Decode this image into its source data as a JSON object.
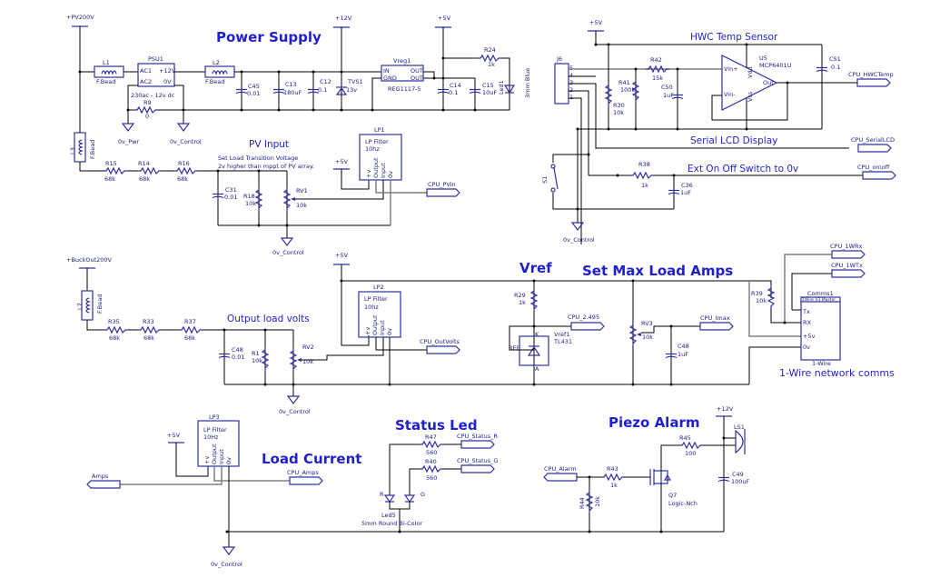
{
  "colors": {
    "wire": "#000000",
    "wire_gray": "#808080",
    "component": "#3030a0",
    "title": "#1f1fd0"
  },
  "sections": {
    "power_supply": "Power Supply",
    "pv_input": "PV Input",
    "hwc_temp": "HWC Temp Sensor",
    "serial_lcd": "Serial LCD Display",
    "ext_switch": "Ext On Off Switch to 0v",
    "vref": "Vref",
    "set_max": "Set Max Load Amps",
    "output_volts": "Output load volts",
    "onewire": "1-Wire network comms",
    "status_led": "Status Led",
    "piezo": "Piezo Alarm",
    "load_current": "Load Current"
  },
  "notes": {
    "pv_line1": "Set Load Transition Voltage",
    "pv_line2": "2v higher than mppt of PV array."
  },
  "rails": {
    "pv200": "+PV200V",
    "p12": "+12V",
    "p5": "+5V",
    "buck": "+BuckOut200V",
    "p5b": "+5V",
    "p5c": "+5V",
    "p12b": "+12V",
    "p5d": "+5V",
    "p5e": "+5V"
  },
  "grounds": {
    "g_pwr": "0v_Pwr",
    "g_ctl1": "0v_Control",
    "g_ctl2": "0v_Control",
    "g_ctl3": "0v_Control",
    "g_ctl4": "0v_Control",
    "g_ctl5": "0v_Control"
  },
  "components": {
    "L1": {
      "ref": "L1",
      "val": "F.Bead"
    },
    "L2": {
      "ref": "L2",
      "val": "F.Bead"
    },
    "L3": {
      "ref": "L3",
      "val": "F.Bead"
    },
    "L7": {
      "ref": "L7",
      "val": "F.Bead"
    },
    "PSU1": {
      "ref": "PSU1",
      "pin1": "AC1",
      "pin2": "AC2",
      "pin3": "+12V",
      "pin4": "0V",
      "val": "230ac - 12v dc"
    },
    "R9": {
      "ref": "R9",
      "val": "0"
    },
    "C45": {
      "ref": "C45",
      "val": "0.01"
    },
    "C13": {
      "ref": "C13",
      "val": "180uF"
    },
    "C12": {
      "ref": "C12",
      "val": "0.1"
    },
    "TVS1": {
      "ref": "TVS1",
      "val": "13v"
    },
    "Vreg1": {
      "ref": "Vreg1",
      "p_in": "IN",
      "p_gnd": "GND",
      "p_o1": "OUT",
      "p_o2": "OUT",
      "val": "REG1117-5"
    },
    "C14": {
      "ref": "C14",
      "val": "0.1"
    },
    "C15": {
      "ref": "C15",
      "val": "10uF"
    },
    "R24": {
      "ref": "R24",
      "val": "1k"
    },
    "Led1": {
      "ref": "Led1",
      "val": "3mm Blue"
    },
    "R15": {
      "ref": "R15",
      "val": "68k"
    },
    "R14": {
      "ref": "R14",
      "val": "68k"
    },
    "R16": {
      "ref": "R16",
      "val": "68k"
    },
    "C31": {
      "ref": "C31",
      "val": "0.01"
    },
    "R18": {
      "ref": "R18",
      "val": "10k"
    },
    "RV1": {
      "ref": "RV1",
      "val": "10k"
    },
    "LP1": {
      "ref": "LP1",
      "l1": "LP Filter",
      "l2": "10hz",
      "pins": [
        "+v",
        "Output",
        "Input",
        "0v"
      ]
    },
    "LP2": {
      "ref": "LP2",
      "l1": "LP Filter",
      "l2": "10hz",
      "pins": [
        "+v",
        "Output",
        "Input",
        "0v"
      ]
    },
    "LP3": {
      "ref": "LP3",
      "l1": "LP Filter",
      "l2": "10Hz",
      "pins": [
        "+v",
        "Output",
        "Input",
        "0v"
      ]
    },
    "J6": {
      "ref": "J6",
      "pins": [
        "5",
        "4",
        "3",
        "2",
        "1"
      ]
    },
    "R41": {
      "ref": "R41",
      "val": "100k"
    },
    "R30": {
      "ref": "R30",
      "val": "10k"
    },
    "R42": {
      "ref": "R42",
      "val": "15k"
    },
    "C50": {
      "ref": "C50",
      "val": "1uF"
    },
    "U5": {
      "ref": "U5",
      "val": "MCP6401U",
      "p1": "Vin+",
      "p2": "Vin-",
      "p3": "Vdd",
      "p4": "Vss",
      "p5": "Out"
    },
    "CS1": {
      "ref": "CS1",
      "val": "0.1"
    },
    "S1": {
      "ref": "S1"
    },
    "R38": {
      "ref": "R38",
      "val": "1k"
    },
    "C36": {
      "ref": "C36",
      "val": "1uF"
    },
    "R35": {
      "ref": "R35",
      "val": "68k"
    },
    "R33": {
      "ref": "R33",
      "val": "68k"
    },
    "R37": {
      "ref": "R37",
      "val": "68k"
    },
    "C48a": {
      "ref": "C48",
      "val": "0.01"
    },
    "R1": {
      "ref": "R1",
      "val": "10k"
    },
    "RV2": {
      "ref": "RV2",
      "val": "10k"
    },
    "R29": {
      "ref": "R29",
      "val": "1k"
    },
    "Vref1": {
      "ref": "Vref1",
      "val": "TL431",
      "k": "K",
      "a": "A",
      "ref_pin": "REF"
    },
    "RV3": {
      "ref": "RV3",
      "val": "10k"
    },
    "C48b": {
      "ref": "C48",
      "val": "1uF"
    },
    "R39": {
      "ref": "R39",
      "val": "10k"
    },
    "Comms1": {
      "ref": "Comms1",
      "sub": "1Wire V3 Master",
      "pins": [
        "Tx",
        "RX",
        "+5v",
        "0v"
      ],
      "val": "1-Wire"
    },
    "R47": {
      "ref": "R47",
      "val": "560"
    },
    "R40": {
      "ref": "R40",
      "val": "560"
    },
    "Led5": {
      "ref": "Led5",
      "val": "5mm Round Bi-Color",
      "a": "R",
      "b": "G"
    },
    "R43": {
      "ref": "R43",
      "val": "1k"
    },
    "R44": {
      "ref": "R44",
      "val": "10k"
    },
    "R45": {
      "ref": "R45",
      "val": "100"
    },
    "Q7": {
      "ref": "Q7",
      "val": "Logic-Nch"
    },
    "C49": {
      "ref": "C49",
      "val": "100uF"
    },
    "LS1": {
      "ref": "LS1"
    }
  },
  "ports": {
    "hwc": "CPU_HWCTemp",
    "lcd": "CPU_SerialLCD",
    "onoff": "CPU_on\\off",
    "pvin": "CPU_PVin",
    "outvolts": "CPU_OutVolts",
    "v2495": "CPU_2.495",
    "imax": "CPU_Imax",
    "rx": "CPU_1WRx",
    "tx": "CPU_1WTx",
    "amps_in": "Amps",
    "amps_out": "CPU_Amps",
    "stat_r": "CPU_Status_R",
    "stat_g": "CPU_Status_G",
    "alarm": "CPU_Alarm"
  }
}
